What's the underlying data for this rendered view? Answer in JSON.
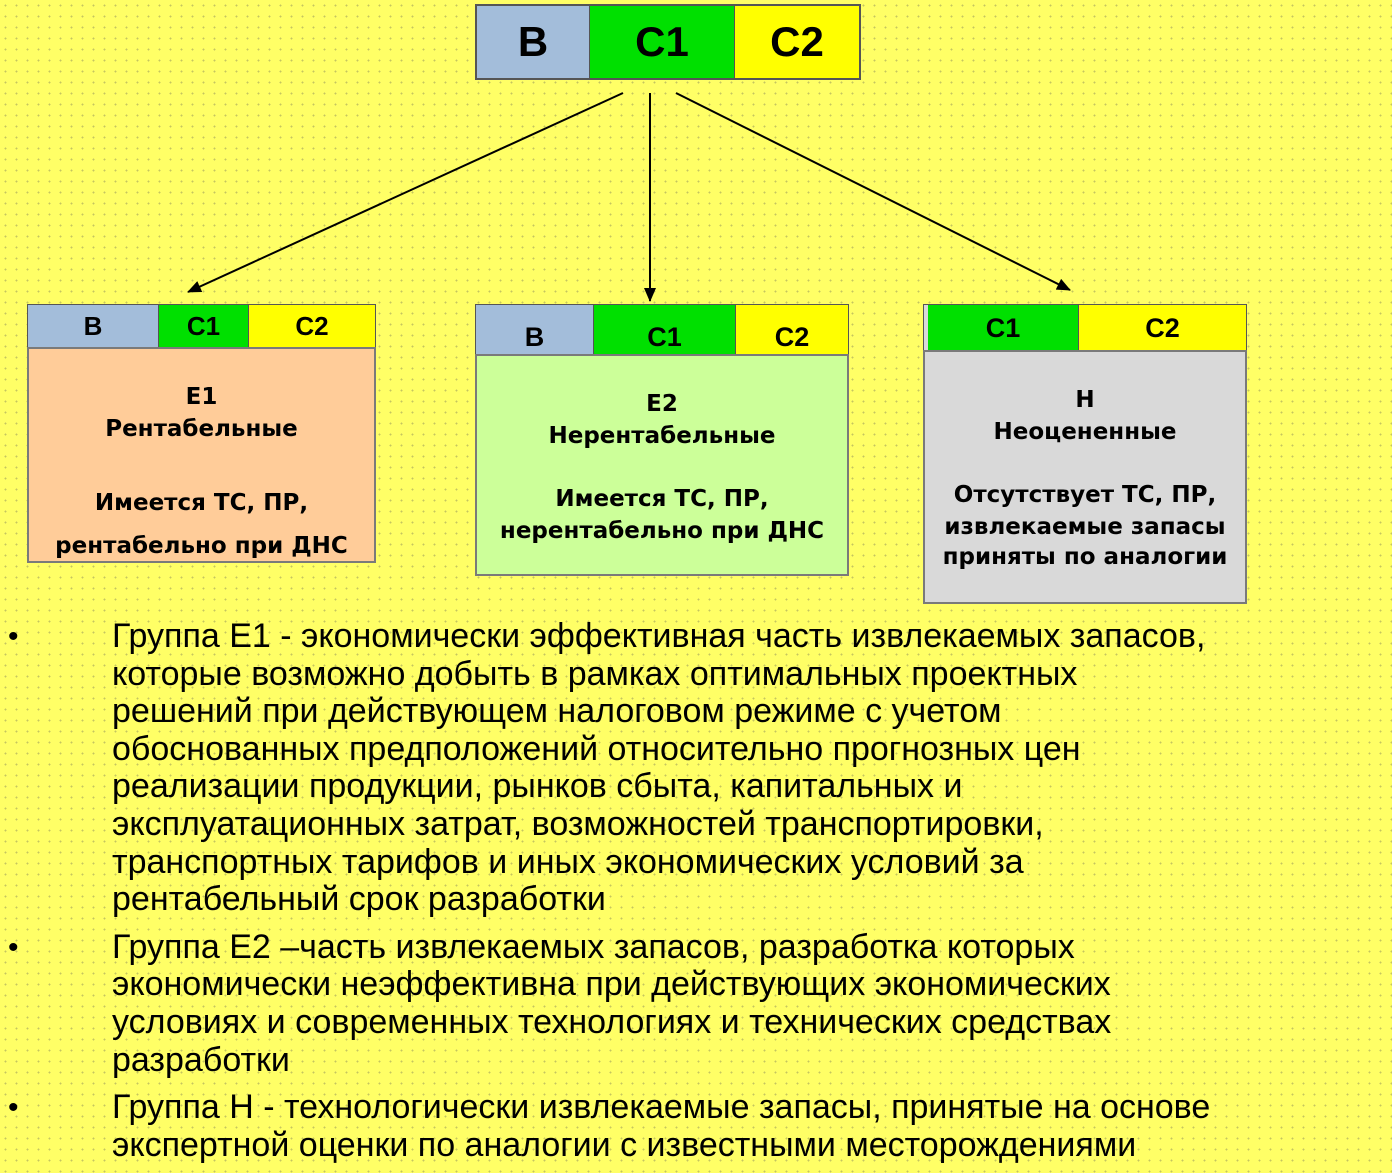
{
  "top_bar": {
    "b": "B",
    "c1": "C1",
    "c2": "C2"
  },
  "colors": {
    "b": "#a3bdda",
    "c1": "#00e000",
    "c2": "#ffff00",
    "background": "#ffff66",
    "e1_box": "#ffcc99",
    "e2_box": "#ccff99",
    "h_box": "#d9d9d9"
  },
  "boxes": [
    {
      "header": [
        "B",
        "C1",
        "C2"
      ],
      "code": "E1",
      "title": "Рентабельные",
      "desc_line1": "Имеется ТС, ПР,",
      "desc_line2": "рентабельно при ДНС"
    },
    {
      "header": [
        "B",
        "C1",
        "C2"
      ],
      "code": "E2",
      "title": "Нерентабельные",
      "desc_line1": "Имеется ТС, ПР,",
      "desc_line2": "нерентабельно при  ДНС"
    },
    {
      "header": [
        "C1",
        "C2"
      ],
      "code": "H",
      "title": "Неоцененные",
      "desc_line1": "Отсутствует ТС, ПР,",
      "desc_line2": "извлекаемые запасы",
      "desc_line3": "приняты по аналогии"
    }
  ],
  "bullets": [
    {
      "marker": "•",
      "lines": [
        "Группа Е1 - экономически эффективная часть извлекаемых запасов,",
        "которые возможно добыть в рамках оптимальных проектных",
        "решений при действующем налоговом режиме с учетом",
        "обоснованных предположений относительно прогнозных цен",
        "реализации продукции, рынков сбыта, капитальных и",
        "эксплуатационных затрат, возможностей транспортировки,",
        "транспортных тарифов и иных экономических условий за",
        "рентабельный срок разработки"
      ]
    },
    {
      "marker": "•",
      "lines": [
        "Группа Е2 –часть извлекаемых запасов, разработка которых",
        "экономически неэффективна при действующих экономических",
        "условиях и современных технологиях и технических средствах",
        "разработки"
      ]
    },
    {
      "marker": "•",
      "lines": [
        "Группа Н - технологически извлекаемые запасы, принятые на основе",
        "экспертной оценки по аналогии с известными месторождениями"
      ]
    }
  ]
}
